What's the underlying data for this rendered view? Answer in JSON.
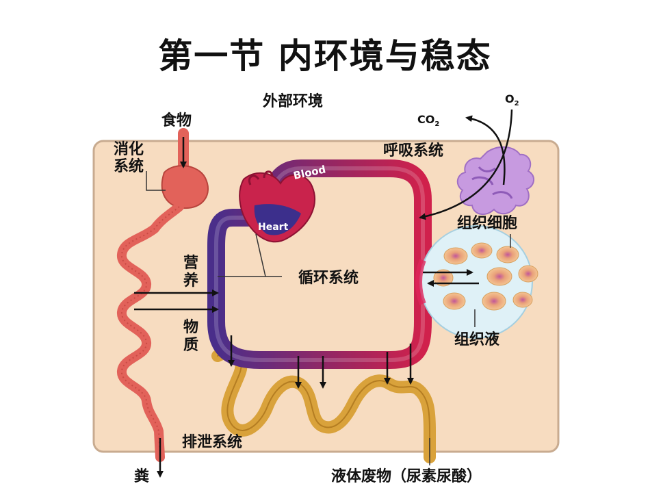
{
  "title": "第一节  内环境与稳态",
  "labels": {
    "external_environment": "外部环境",
    "food": "食物",
    "o2": "O",
    "o2_sub": "2",
    "co2": "CO",
    "co2_sub": "2",
    "digestive_system": "消化系统",
    "respiratory_system": "呼吸系统",
    "blood": "Blood",
    "heart": "Heart",
    "tissue_cells": "组织细胞",
    "nutrients": [
      "营",
      "养",
      "物",
      "质"
    ],
    "circulatory_system": "循环系统",
    "tissue_fluid": "组织液",
    "excretory_system": "排泄系统",
    "feces": "粪",
    "liquid_waste": "液体废物（尿素尿酸）"
  },
  "colors": {
    "panel_fill": "#f7dcc0",
    "panel_stroke": "#c8ab90",
    "vessel_blue": "#3c2f8c",
    "vessel_red": "#c9234c",
    "intestine": "#e2625a",
    "kidney_tube": "#d9a23b",
    "lung": "#b88ad6",
    "tissue_fluid": "#dff1f7"
  }
}
